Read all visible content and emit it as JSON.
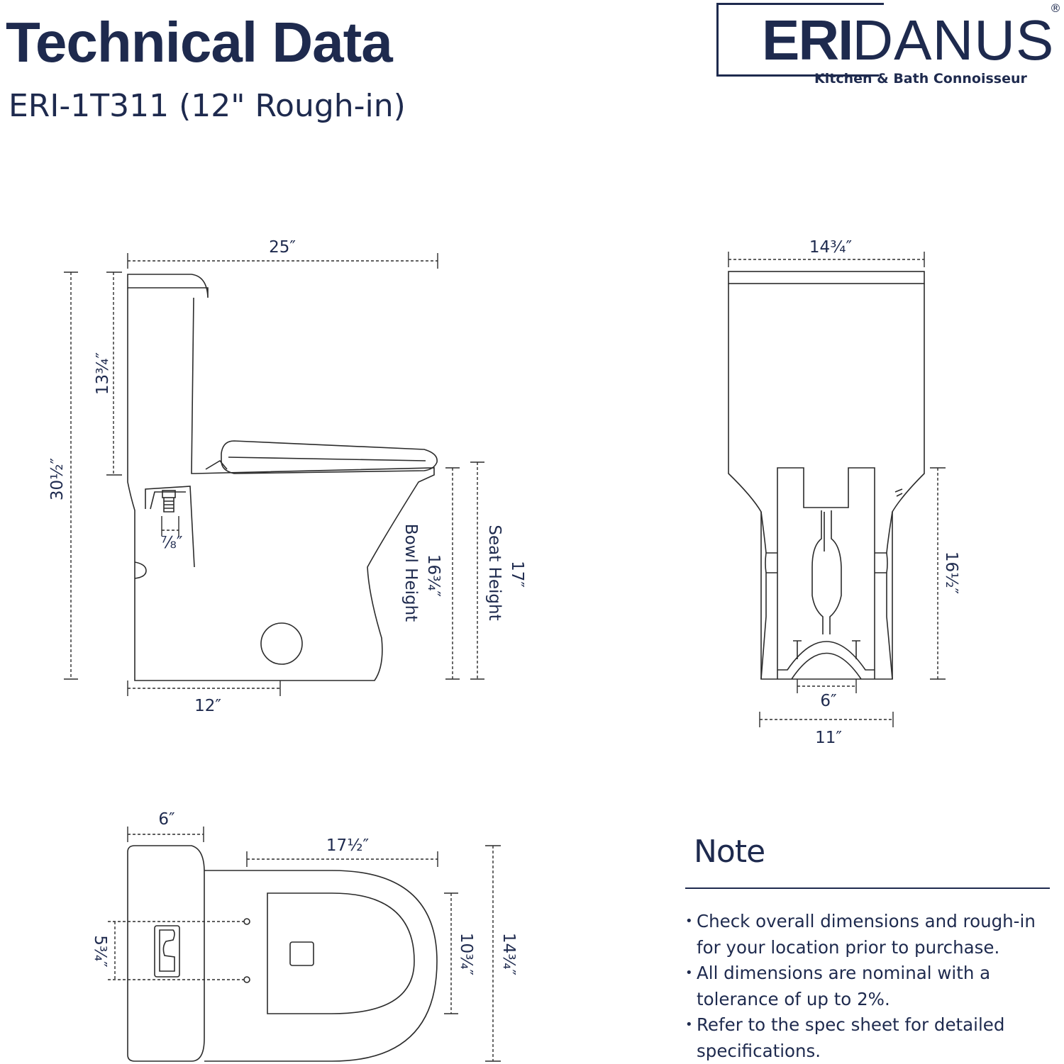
{
  "header": {
    "title": "Technical Data",
    "model": "ERI-1T311 (12\" Rough-in)"
  },
  "brand": {
    "name_bold": "ERI",
    "name_light": "DANUS",
    "tagline": "Kitchen & Bath Connoisseur",
    "registered_mark": "®"
  },
  "colors": {
    "ink": "#1e2a4e",
    "line": "#2b2b2b",
    "background": "#ffffff"
  },
  "side_view": {
    "overall_length": "25″",
    "overall_height": "30½″",
    "tank_height": "13¾″",
    "supply_size": "⅞″",
    "bowl_height_value": "16¾″",
    "bowl_height_label": "Bowl Height",
    "seat_height_value": "17″",
    "seat_height_label": "Seat Height",
    "rough_in": "12″"
  },
  "front_view": {
    "tank_width": "14¾″",
    "height": "16½″",
    "outlet_width": "6″",
    "base_width": "11″"
  },
  "top_view": {
    "tank_depth": "6″",
    "bowl_length": "17½″",
    "bolt_spacing": "5¾″",
    "bowl_width": "10¾″",
    "overall_width": "14¾″"
  },
  "note": {
    "heading": "Note",
    "items": [
      "Check overall dimensions and rough-in for your location prior to purchase.",
      "All dimensions are nominal with a tolerance of up to 2%.",
      "Refer to the spec sheet for detailed specifications."
    ]
  }
}
